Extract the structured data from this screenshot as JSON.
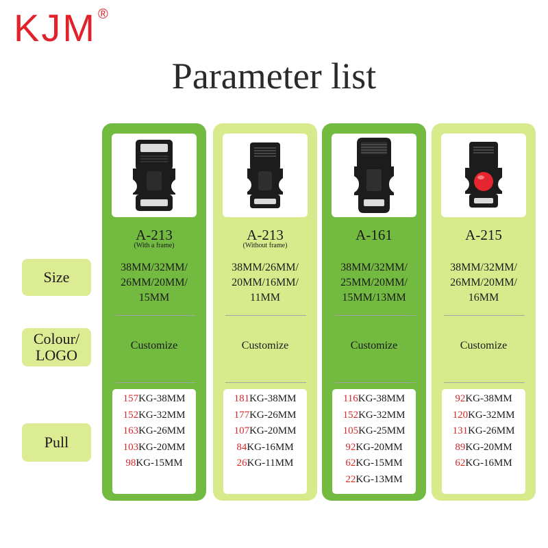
{
  "brand": {
    "name": "KJM",
    "registered_mark": "®",
    "color": "#e0222b"
  },
  "title": "Parameter list",
  "row_labels": {
    "size": "Size",
    "colour_line1": "Colour/",
    "colour_line2": "LOGO",
    "pull": "Pull"
  },
  "colors": {
    "dark_green": "#73ba40",
    "light_green": "#d8eb8c",
    "label_bg": "#dbec93",
    "pull_number": "#d32a2a",
    "buckle_black": "#1c1c1c",
    "button_red": "#e5252f"
  },
  "products": [
    {
      "model": "A-213",
      "subtitle": "(With a frame)",
      "icon": "side-release-buckle-with-frame-icon",
      "sizes": "38MM/32MM/\n26MM/20MM/\n15MM",
      "colour": "Customize",
      "pull": [
        {
          "num": "157",
          "text": "KG-38MM"
        },
        {
          "num": "152",
          "text": "KG-32MM"
        },
        {
          "num": "163",
          "text": "KG-26MM"
        },
        {
          "num": "103",
          "text": "KG-20MM"
        },
        {
          "num": "98",
          "text": "KG-15MM"
        }
      ]
    },
    {
      "model": "A-213",
      "subtitle": "(Without frame)",
      "icon": "side-release-buckle-icon",
      "sizes": "38MM/26MM/\n20MM/16MM/\n11MM",
      "colour": "Customize",
      "pull": [
        {
          "num": "181",
          "text": "KG-38MM"
        },
        {
          "num": "177",
          "text": "KG-26MM"
        },
        {
          "num": "107",
          "text": "KG-20MM"
        },
        {
          "num": "84",
          "text": "KG-16MM"
        },
        {
          "num": "26",
          "text": "KG-11MM"
        }
      ]
    },
    {
      "model": "A-161",
      "subtitle": "",
      "icon": "curved-side-release-buckle-icon",
      "sizes": "38MM/32MM/\n25MM/20MM/\n15MM/13MM",
      "colour": "Customize",
      "pull": [
        {
          "num": "116",
          "text": "KG-38MM"
        },
        {
          "num": "152",
          "text": "KG-32MM"
        },
        {
          "num": "105",
          "text": "KG-25MM"
        },
        {
          "num": "92",
          "text": "KG-20MM"
        },
        {
          "num": "62",
          "text": "KG-15MM"
        },
        {
          "num": "22",
          "text": "KG-13MM"
        }
      ]
    },
    {
      "model": "A-215",
      "subtitle": "",
      "icon": "safety-lock-buckle-icon",
      "sizes": "38MM/32MM/\n26MM/20MM/\n16MM",
      "colour": "Customize",
      "pull": [
        {
          "num": "92",
          "text": "KG-38MM"
        },
        {
          "num": "120",
          "text": "KG-32MM"
        },
        {
          "num": "131",
          "text": "KG-26MM"
        },
        {
          "num": "89",
          "text": "KG-20MM"
        },
        {
          "num": "62",
          "text": "KG-16MM"
        }
      ]
    }
  ]
}
